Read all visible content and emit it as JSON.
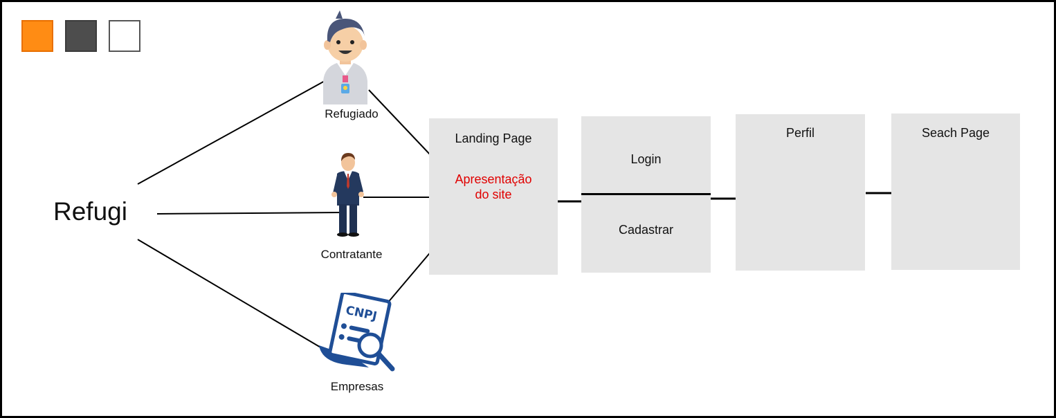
{
  "legend": {
    "colors": [
      "#ff8c14",
      "#4d4d4d",
      "#ffffff"
    ]
  },
  "root": {
    "label": "Refugi"
  },
  "actors": {
    "refugiado": {
      "label": "Refugiado",
      "icon": "refugee-person-icon"
    },
    "contratante": {
      "label": "Contratante",
      "icon": "businessman-icon"
    },
    "empresas": {
      "label": "Empresas",
      "icon": "cnpj-document-search-icon"
    }
  },
  "pages": {
    "landing": {
      "title": "Landing Page",
      "subtitle": "Apresentação do site",
      "subtitle_color": "#e00000"
    },
    "auth": {
      "login": "Login",
      "cadastrar": "Cadastrar"
    },
    "perfil": {
      "title": "Perfil"
    },
    "search": {
      "title": "Seach Page"
    }
  }
}
